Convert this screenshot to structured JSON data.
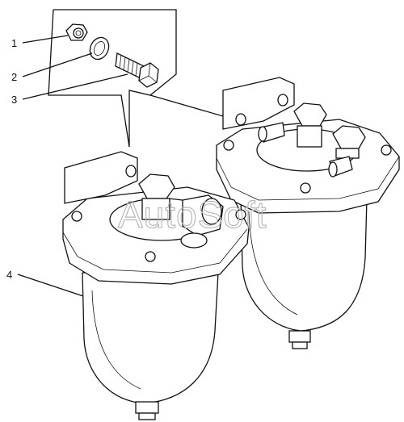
{
  "callouts": [
    {
      "number": "1",
      "part": "nut"
    },
    {
      "number": "2",
      "part": "washer"
    },
    {
      "number": "3",
      "part": "bolt"
    },
    {
      "number": "4",
      "part": "filter"
    }
  ],
  "watermark": "AutoSoft"
}
